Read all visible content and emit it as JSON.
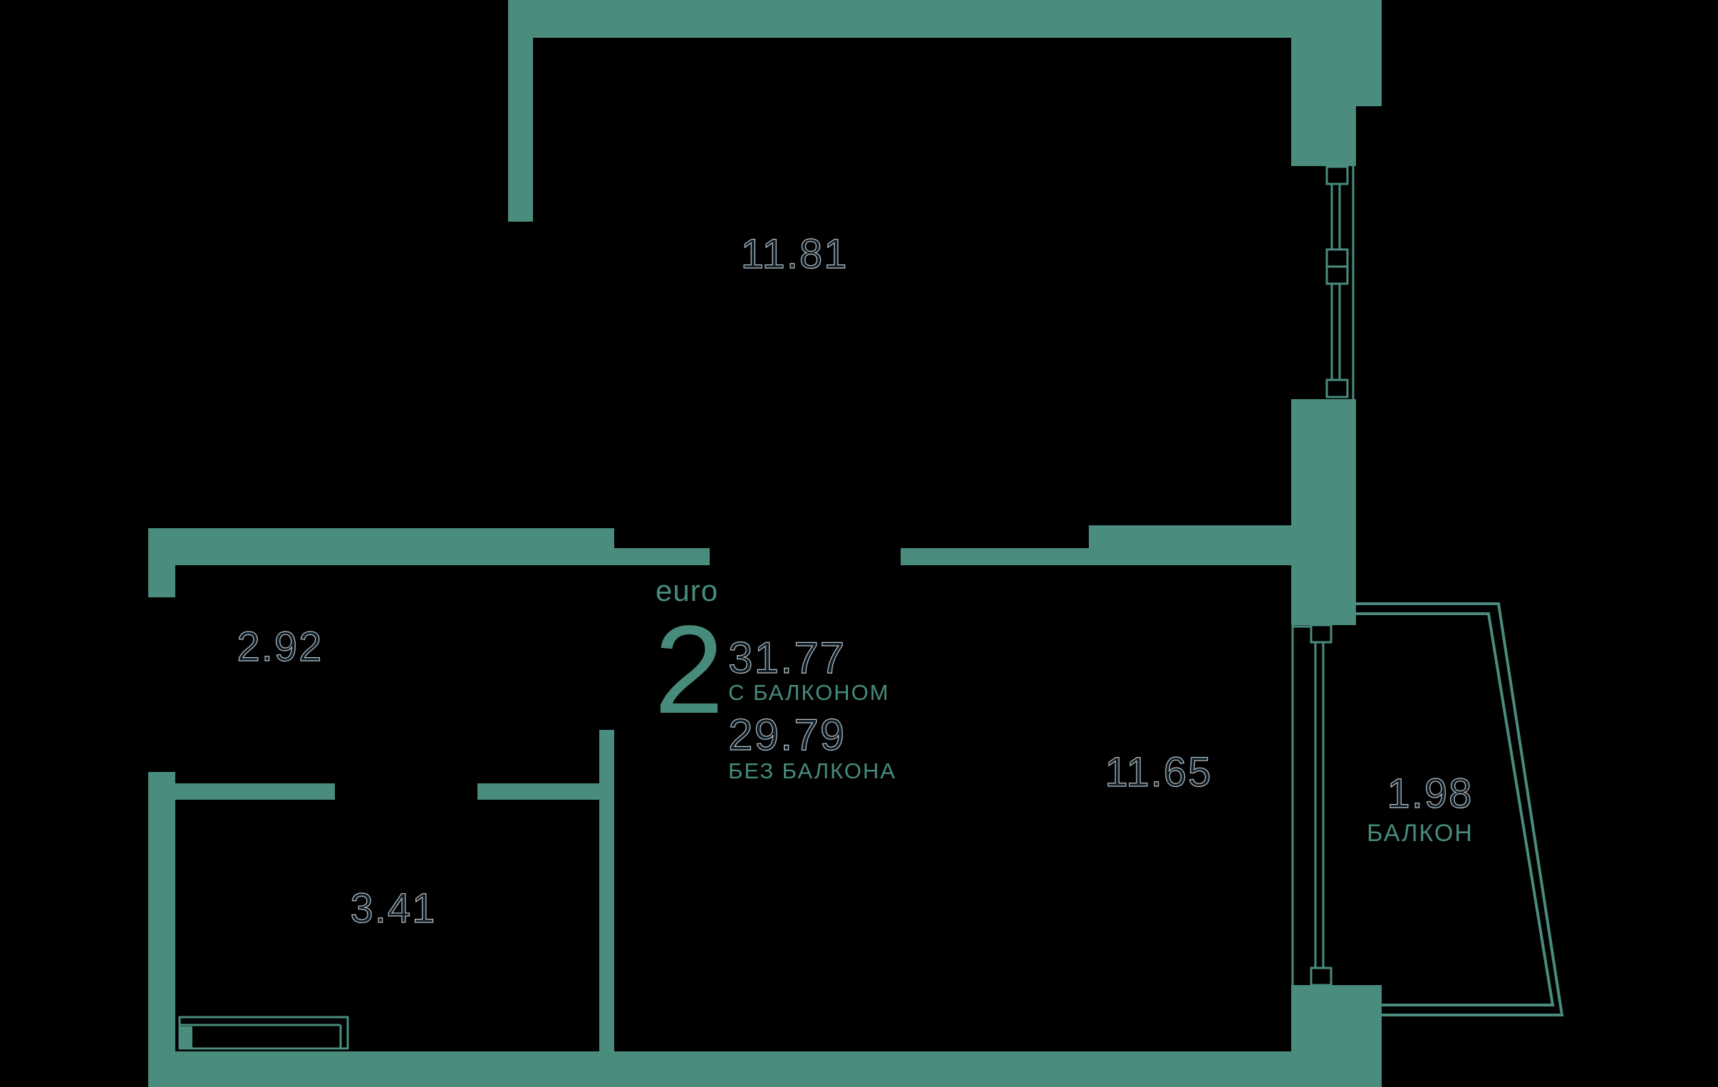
{
  "colors": {
    "background": "#000000",
    "wall": "#4a8c7d",
    "accent_text": "#478b7c",
    "dark_number": "#0e1c26",
    "number_outline": "#b9c2c6"
  },
  "summary": {
    "format_label": "euro",
    "rooms_number": "2",
    "area_with_balcony": "31.77",
    "with_balcony_label": "С БАЛКОНОМ",
    "area_without_balcony": "29.79",
    "without_balcony_label": "БЕЗ БАЛКОНА"
  },
  "rooms": [
    {
      "id": "room-top",
      "area": "11.81"
    },
    {
      "id": "hallway",
      "area": "2.92"
    },
    {
      "id": "bathroom",
      "area": "3.41"
    },
    {
      "id": "kitchen-living",
      "area": "11.65"
    },
    {
      "id": "balcony",
      "area": "1.98",
      "label": "БАЛКОН"
    }
  ]
}
